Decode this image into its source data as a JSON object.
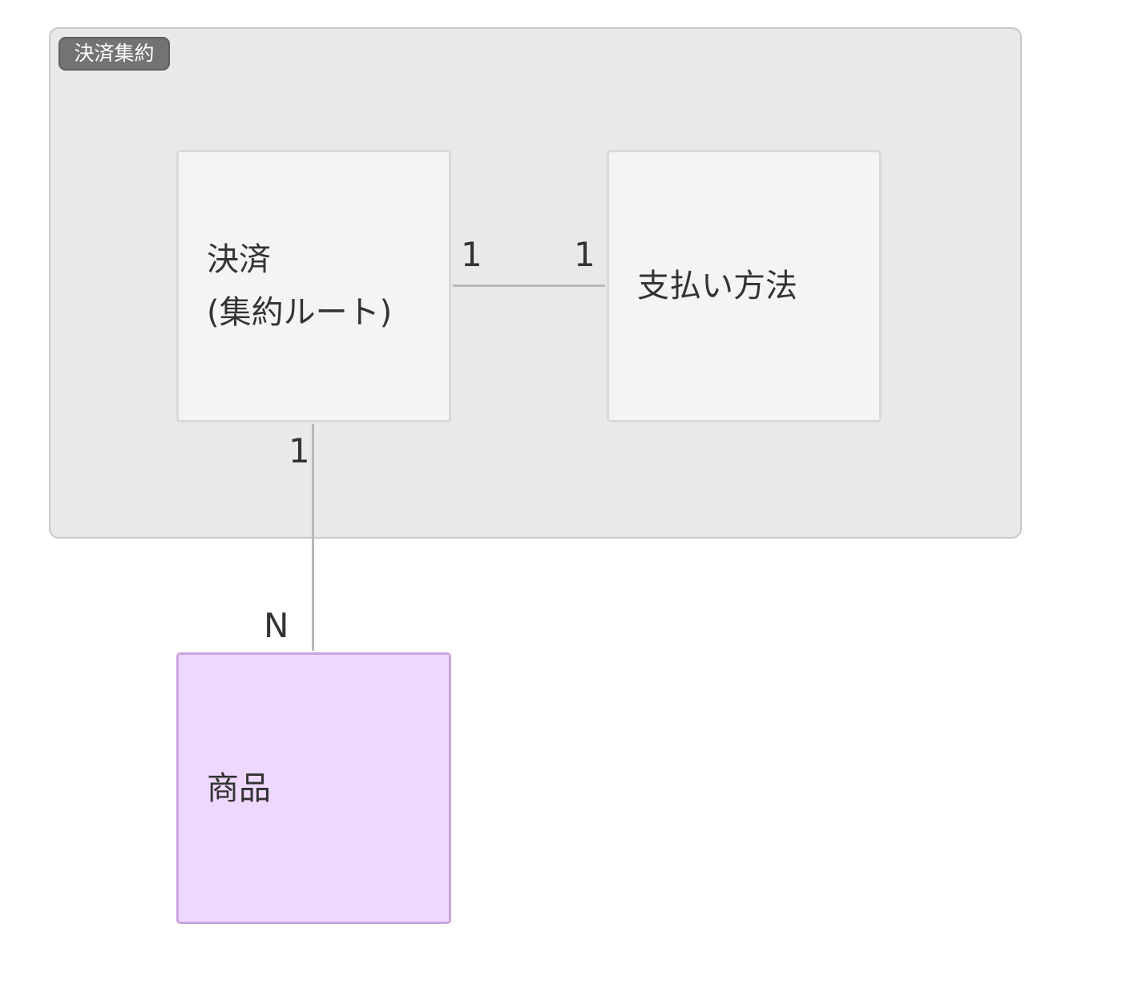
{
  "group": {
    "label": "決済集約"
  },
  "nodes": {
    "payment": {
      "line1": "決済",
      "line2": "(集約ルート)"
    },
    "payment_method": {
      "label": "支払い方法"
    },
    "product": {
      "label": "商品"
    }
  },
  "relations": {
    "payment_to_method": {
      "from_cardinality": "1",
      "to_cardinality": "1"
    },
    "payment_to_product": {
      "from_cardinality": "1",
      "to_cardinality": "N"
    }
  },
  "colors": {
    "group_fill": "#e9e9e9",
    "group_tag": "#737373",
    "node_fill": "#f4f4f4",
    "product_fill": "#eed8fe",
    "product_border": "#c9a6dc",
    "connector": "#b8b8b8"
  }
}
